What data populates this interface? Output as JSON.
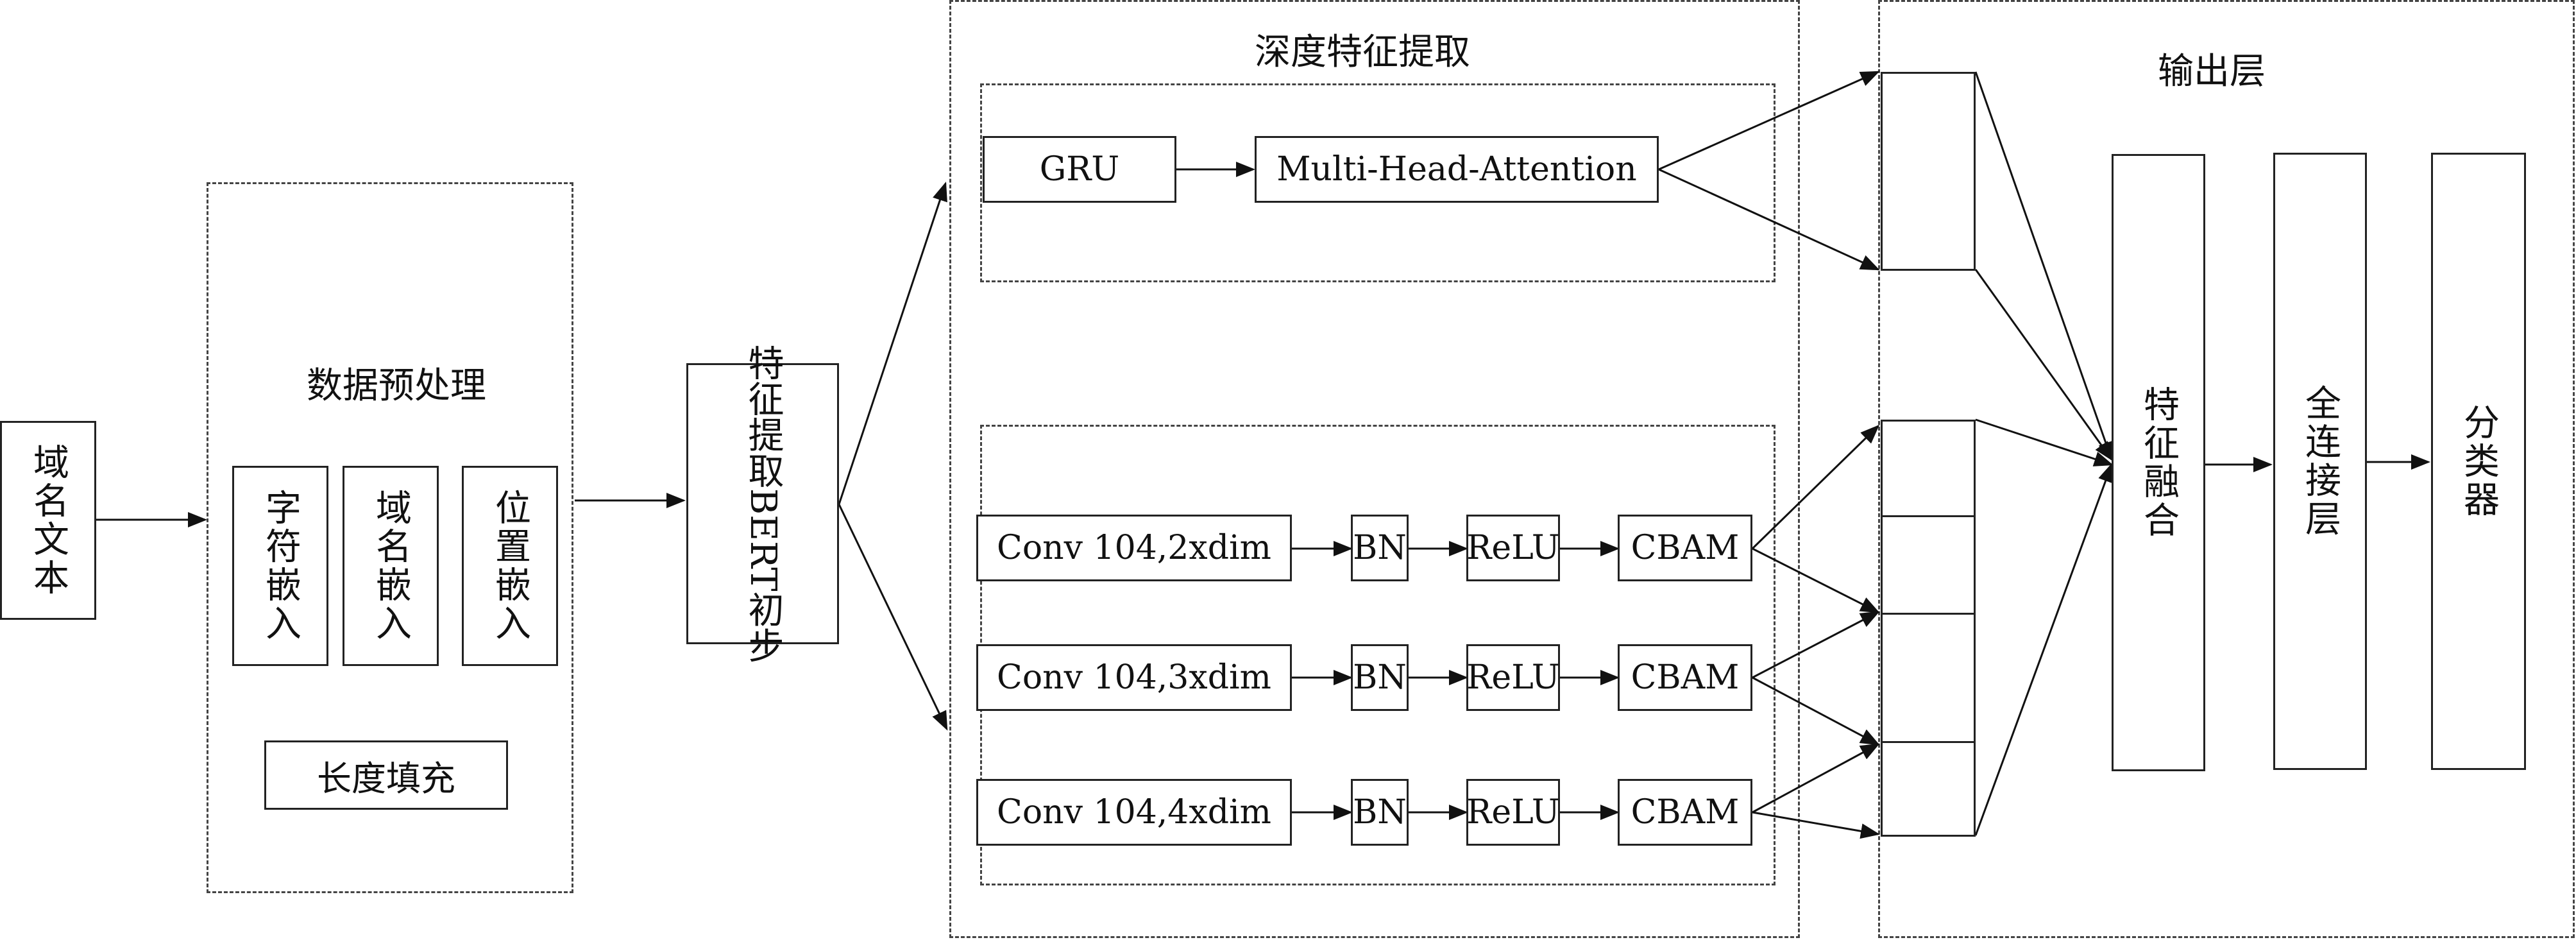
{
  "input": {
    "label": "域名文本"
  },
  "preprocess": {
    "title": "数据预处理",
    "embeddings": [
      "字符嵌入",
      "域名嵌入",
      "位置嵌入"
    ],
    "padding": "长度填充"
  },
  "bert": {
    "line1": "BERT初步",
    "line2": "特征提取"
  },
  "deep": {
    "title": "深度特征提取",
    "gru": "GRU",
    "mha": "Multi-Head-Attention",
    "conv_rows": [
      {
        "conv": "Conv 104,2xdim",
        "bn": "BN",
        "relu": "ReLU",
        "cbam": "CBAM"
      },
      {
        "conv": "Conv 104,3xdim",
        "bn": "BN",
        "relu": "ReLU",
        "cbam": "CBAM"
      },
      {
        "conv": "Conv 104,4xdim",
        "bn": "BN",
        "relu": "ReLU",
        "cbam": "CBAM"
      }
    ]
  },
  "output": {
    "title": "输出层",
    "fusion": "特征融合",
    "fc": "全连接层",
    "classifier": "分类器"
  }
}
